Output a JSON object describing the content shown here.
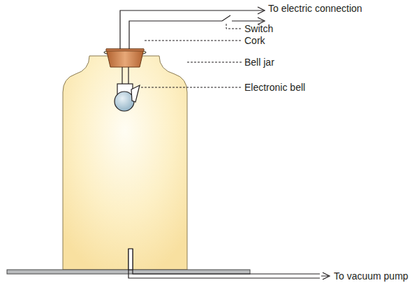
{
  "diagram": {
    "labels": [
      "To electric connection",
      "Switch",
      "Cork",
      "Bell jar",
      "Electronic bell",
      "To vacuum pump"
    ]
  }
}
